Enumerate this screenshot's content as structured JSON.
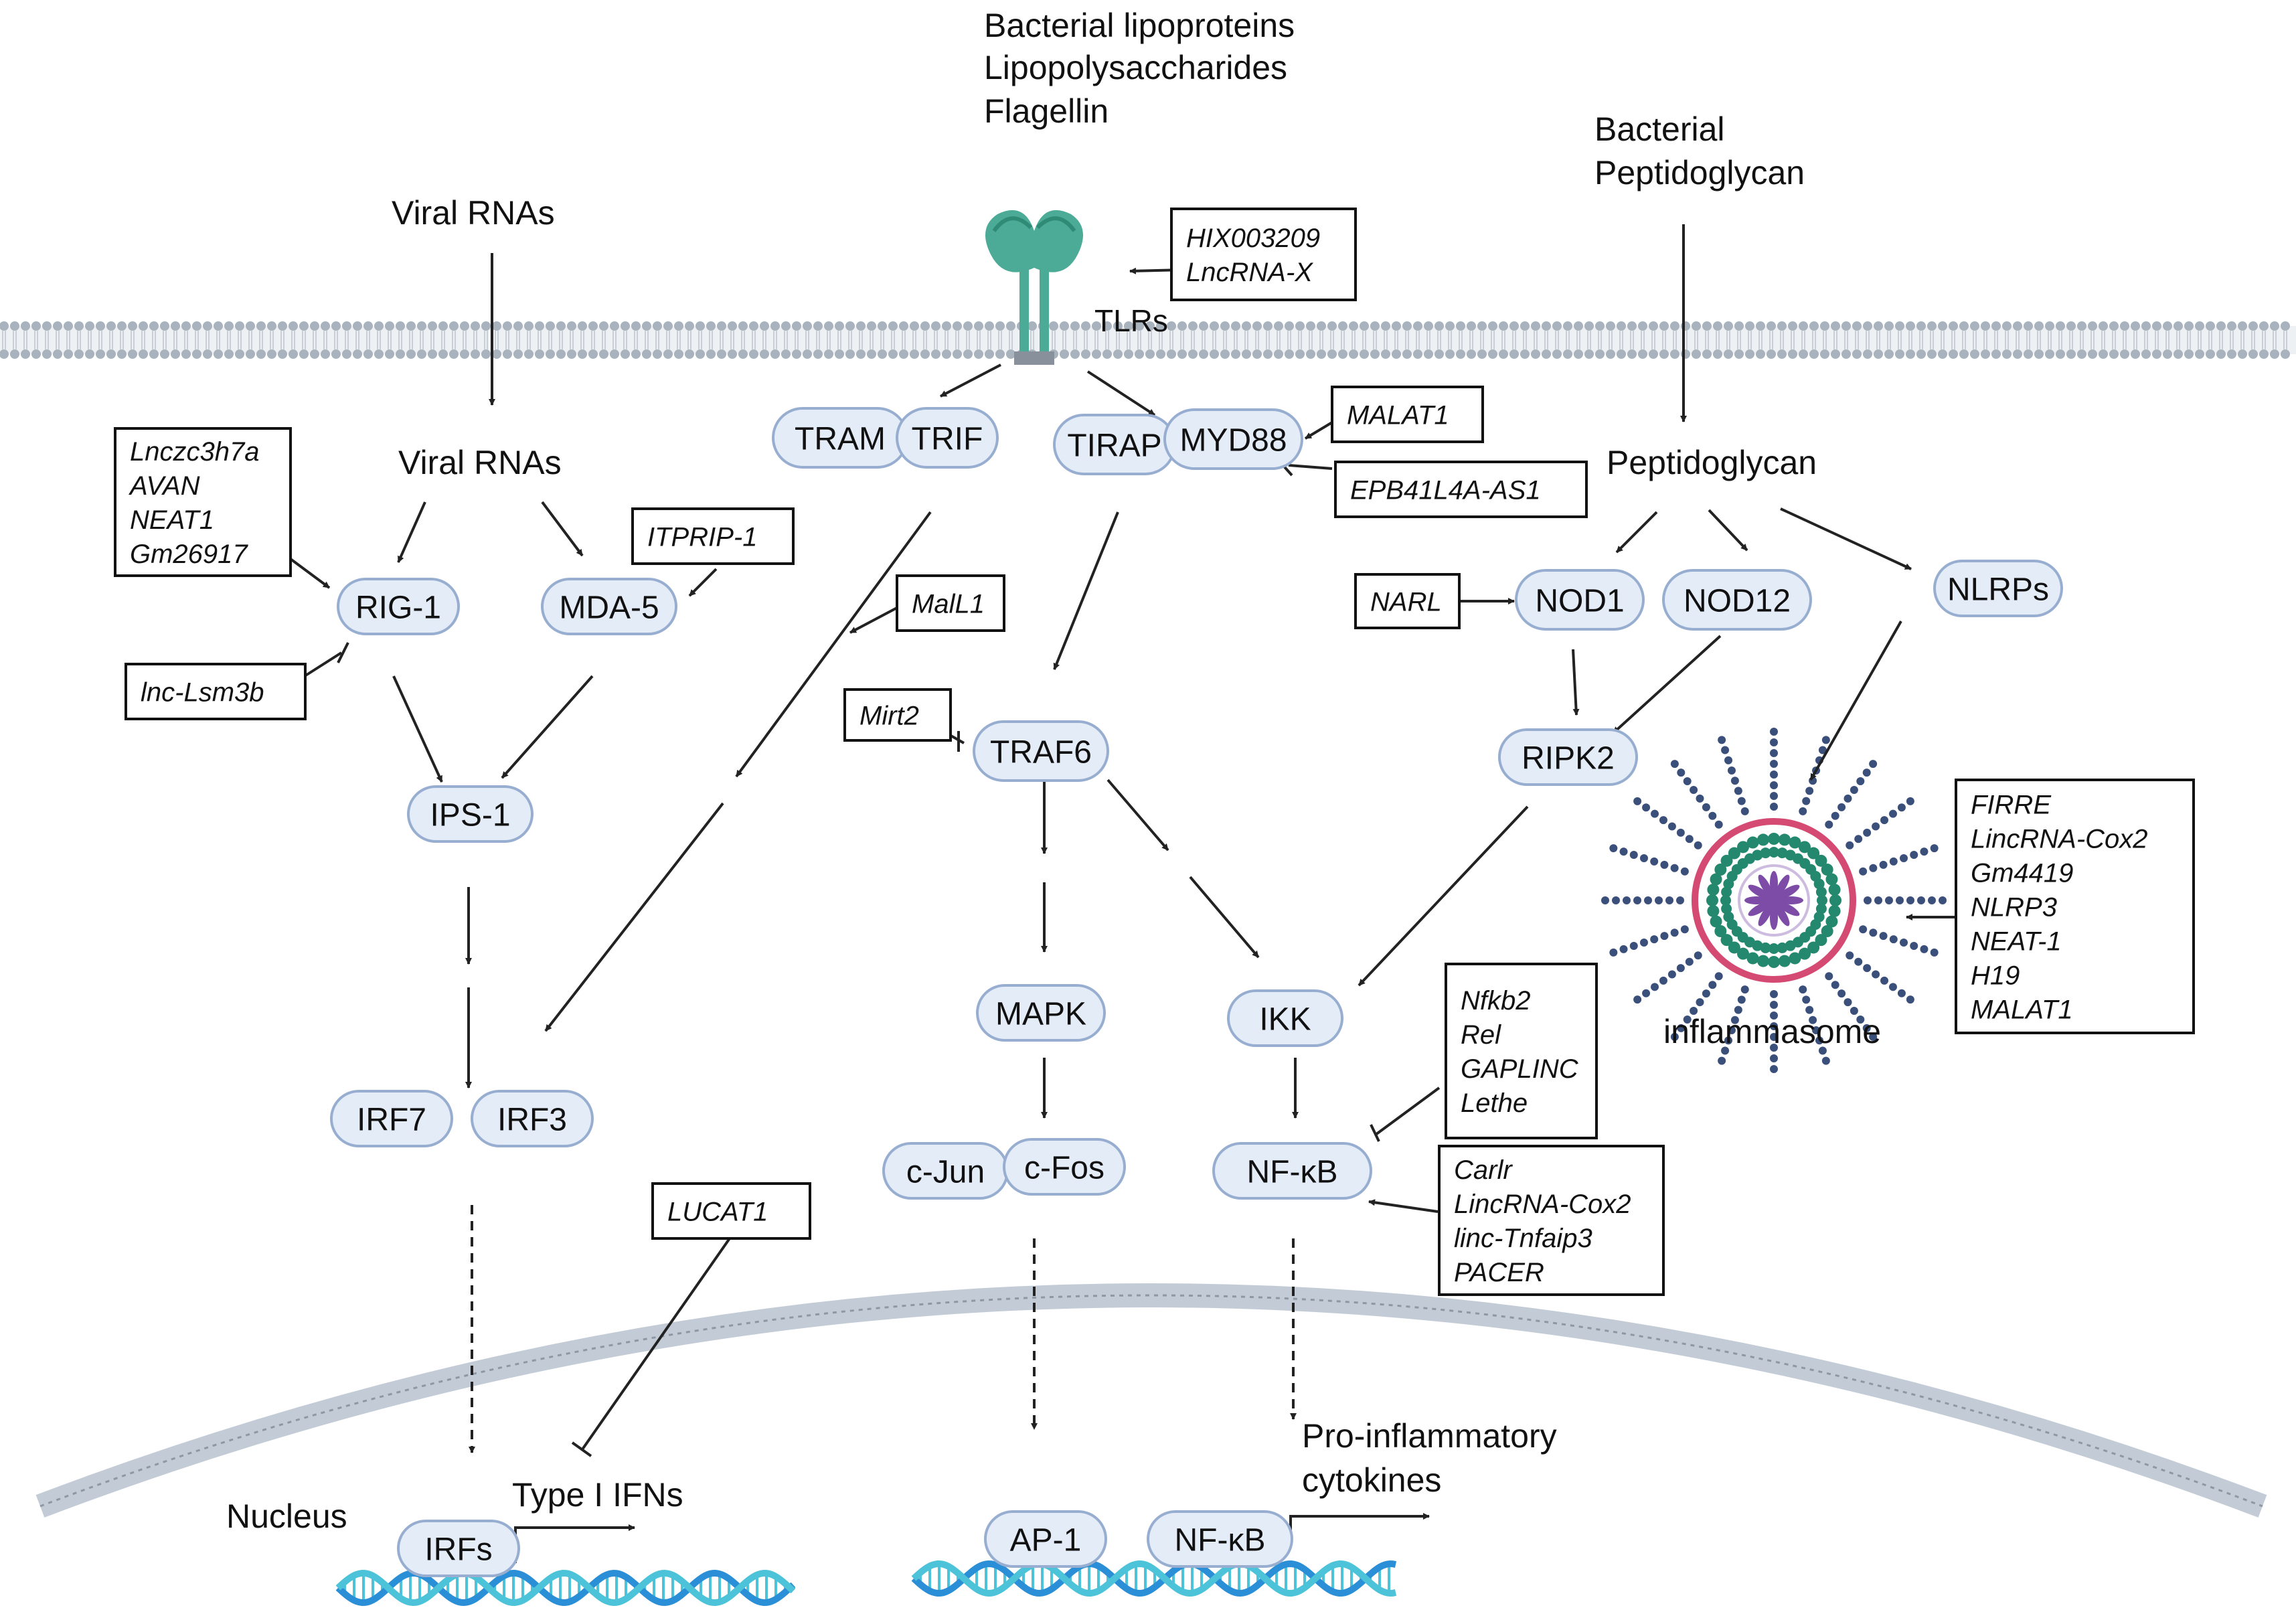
{
  "labels": {
    "bacterial_ligands": [
      "Bacterial lipoproteins",
      "Lipopolysaccharides",
      "Flagellin"
    ],
    "bacterial_peptidoglycan": [
      "Bacterial",
      "Peptidoglycan"
    ],
    "viral_rnas_top": "Viral RNAs",
    "viral_rnas": "Viral RNAs",
    "tlrs": "TLRs",
    "peptidoglycan": "Peptidoglycan",
    "inflammasome": "inflammasome",
    "nucleus": "Nucleus",
    "type_i_ifns": "Type I IFNs",
    "pro_inflammatory": [
      "Pro-inflammatory",
      "cytokines"
    ]
  },
  "nodes": {
    "tram": "TRAM",
    "trif": "TRIF",
    "tirap": "TIRAP",
    "myd88": "MYD88",
    "rig1": "RIG-1",
    "mda5": "MDA-5",
    "ips1": "IPS-1",
    "irf7": "IRF7",
    "irf3": "IRF3",
    "traf6": "TRAF6",
    "mapk": "MAPK",
    "cjun": "c-Jun",
    "cfos": "c-Fos",
    "ikk": "IKK",
    "nfkb": "NF-κB",
    "nod1": "NOD1",
    "nod12": "NOD12",
    "nlrps": "NLRPs",
    "ripk2": "RIPK2",
    "irfs": "IRFs",
    "ap1": "AP-1",
    "nfkb_nuc": "NF-κB"
  },
  "boxes": {
    "tlr_lnc": [
      "HIX003209",
      "LncRNA-X"
    ],
    "malat1": [
      "MALAT1"
    ],
    "epb": [
      "EPB41L4A-AS1"
    ],
    "rig_lnc": [
      "Lnczc3h7a",
      "AVAN",
      "NEAT1",
      "Gm26917"
    ],
    "itprip": [
      "ITPRIP-1"
    ],
    "lsm3b": [
      "lnc-Lsm3b"
    ],
    "mall1": [
      "MalL1"
    ],
    "mirt2": [
      "Mirt2"
    ],
    "narl": [
      "NARL"
    ],
    "inflam_lnc": [
      "FIRRE",
      "LincRNA-Cox2",
      "Gm4419",
      "NLRP3",
      "NEAT-1",
      "H19",
      "MALAT1"
    ],
    "nfkb_inh": [
      "Nfkb2",
      "Rel",
      "GAPLINC",
      "Lethe"
    ],
    "nfkb_act": [
      "Carlr",
      "LincRNA-Cox2",
      "linc-Tnfaip3",
      "PACER"
    ],
    "lucat1": [
      "LUCAT1"
    ]
  },
  "colors": {
    "node_fill": "#e4ecf8",
    "node_stroke": "#97aed0",
    "membrane": "#a9b3bd",
    "tlr": "#4bab96",
    "dna_blue": "#2a8fd6",
    "dna_cyan": "#4cc3d9",
    "inflammasome_ring": "#d44a73",
    "inflammasome_beads": "#24886f",
    "inflammasome_core": "#7c4ca6",
    "inflammasome_spokes": "#3a4f7a"
  }
}
